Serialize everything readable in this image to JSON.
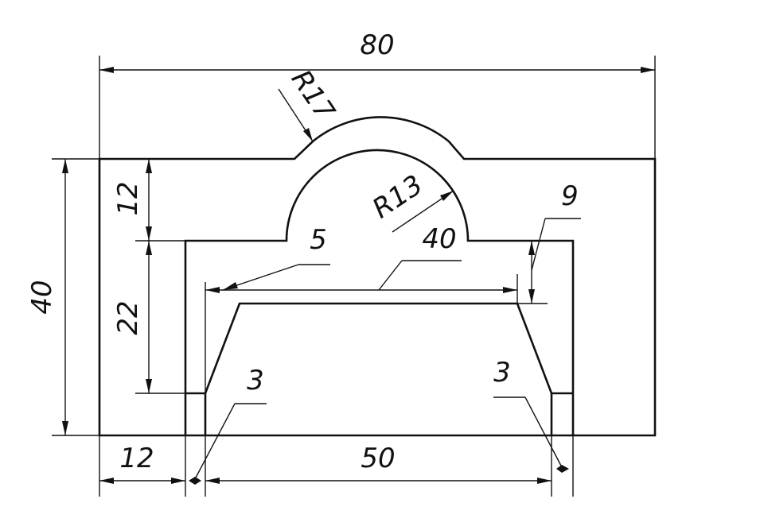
{
  "drawing": {
    "dimensions": {
      "overall_width": "80",
      "overall_height": "40",
      "top_band_height": "12",
      "inner_height": "22",
      "left_wall": "12",
      "bottom_opening": "50",
      "inner_top_width": "40",
      "step_depth": "9",
      "chamfer_offset": "5",
      "small_step_left": "3",
      "small_step_right": "3",
      "outer_arc_radius": "R17",
      "inner_arc_radius": "R13"
    }
  }
}
